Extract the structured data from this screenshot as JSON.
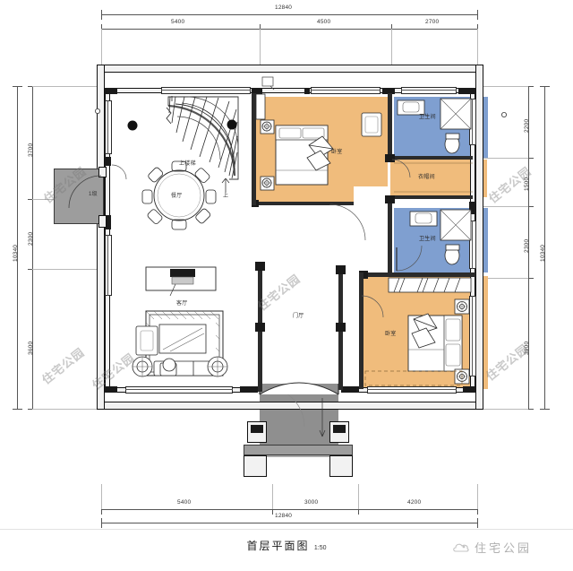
{
  "document": {
    "title": "首层平面图",
    "scale": "1:50",
    "type": "architectural-floor-plan"
  },
  "watermark": {
    "text": "住宅公园",
    "count": 6
  },
  "brand": {
    "name": "住宅公园",
    "icon": "cloud-logo-icon"
  },
  "dimensions": {
    "top": {
      "overall": "12840",
      "segments": [
        "5400",
        "4500",
        "2700"
      ]
    },
    "bottom": {
      "overall": "12840",
      "segments": [
        "5400",
        "3000",
        "4200"
      ]
    },
    "left": {
      "overall": "10340",
      "segments": [
        "3700",
        "2300",
        "3600"
      ]
    },
    "right": {
      "overall": "10340",
      "segments": [
        "2200",
        "1500",
        "2300",
        "3900"
      ]
    }
  },
  "rooms": [
    {
      "id": "dining",
      "label": "餐厅",
      "color": "#ffffff"
    },
    {
      "id": "stair",
      "label": "上楼梯",
      "color": "#ffffff"
    },
    {
      "id": "living",
      "label": "客厅",
      "color": "#ffffff"
    },
    {
      "id": "foyer",
      "label": "门厅",
      "color": "#ffffff"
    },
    {
      "id": "bedroom1",
      "label": "卧室",
      "color": "#f0bc7c"
    },
    {
      "id": "bath1",
      "label": "卫生间",
      "color": "#7f9fd0"
    },
    {
      "id": "closet",
      "label": "衣帽间",
      "color": "#f0bc7c"
    },
    {
      "id": "bath2",
      "label": "卫生间",
      "color": "#7f9fd0"
    },
    {
      "id": "bedroom2",
      "label": "卧室",
      "color": "#f0bc7c"
    }
  ],
  "annotations": {
    "stair_up_marker": "上",
    "side_step": "1级"
  },
  "colors": {
    "bedroom_fill": "#f0bc7c",
    "bathroom_fill": "#7f9fd0",
    "porch_fill": "#8f8f8f",
    "wall_stroke": "#111111",
    "dim_stroke": "#555555",
    "background": "#ffffff"
  }
}
